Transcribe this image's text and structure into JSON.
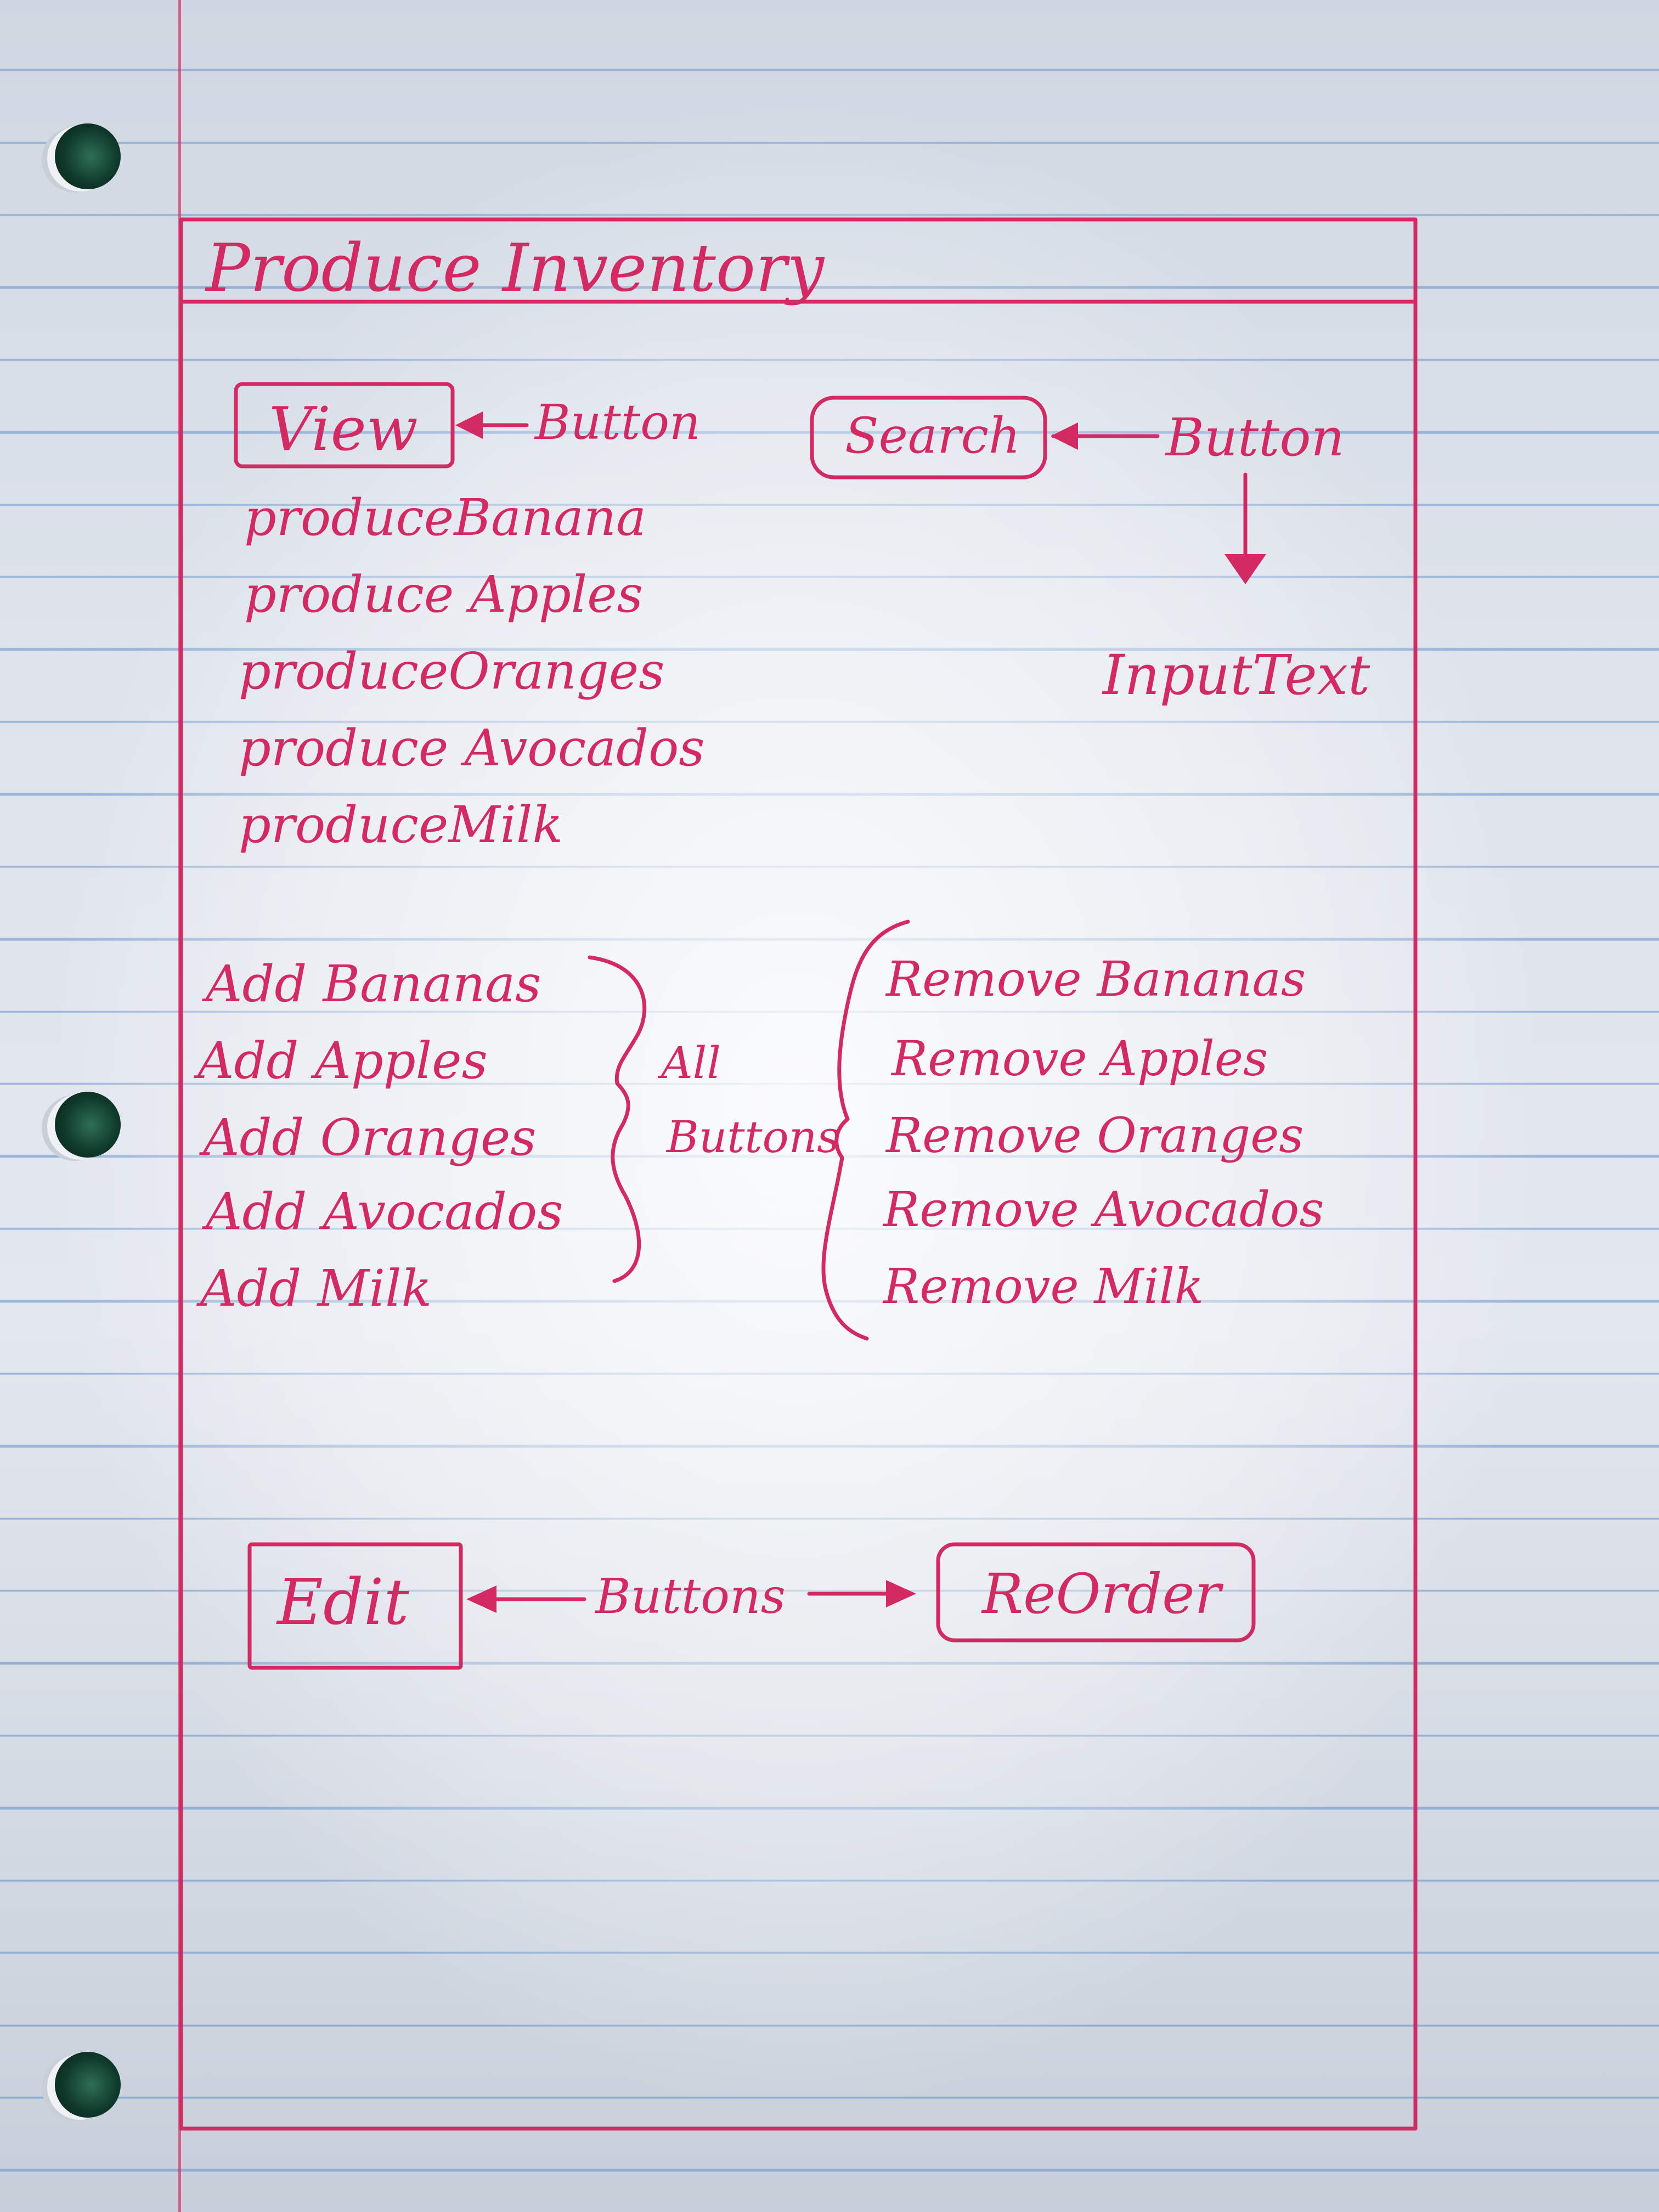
{
  "title": "Produce Inventory",
  "view_button": {
    "label": "View",
    "annotation": "Button"
  },
  "search_button": {
    "label": "Search",
    "annotation": "Button"
  },
  "input": {
    "label": "InputText"
  },
  "produce_list": [
    "produceBanana",
    "produce Apples",
    "produceOranges",
    "produce Avocados",
    "produceMilk"
  ],
  "add_buttons": [
    "Add Bananas",
    "Add Apples",
    "Add Oranges",
    "Add Avocados",
    "Add Milk"
  ],
  "remove_buttons": [
    "Remove Bananas",
    "Remove Apples",
    "Remove Oranges",
    "Remove Avocados",
    "Remove Milk"
  ],
  "all_buttons_note": {
    "line1": "All",
    "line2": "Buttons"
  },
  "edit_button": {
    "label": "Edit"
  },
  "reorder_button": {
    "label": "ReOrder"
  },
  "bottom_annotation": "Buttons",
  "colors": {
    "ink": "#d42a63",
    "rule": "#5f8cc8",
    "paper": "#e3e7ee"
  }
}
